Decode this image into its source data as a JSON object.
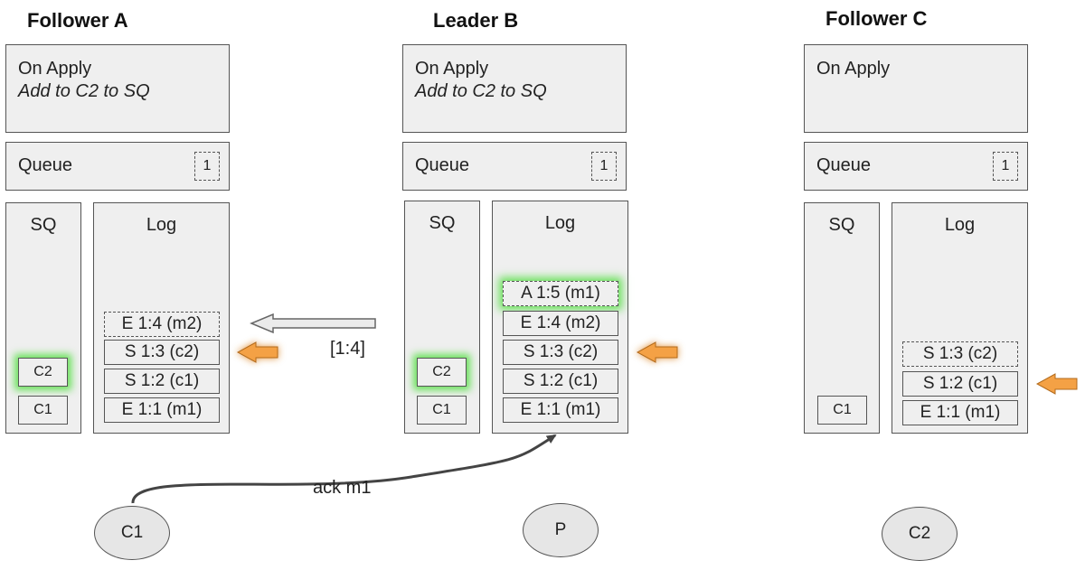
{
  "columns": [
    {
      "title": "Follower A",
      "on_apply": {
        "label": "On Apply",
        "action": "Add to C2 to SQ"
      },
      "queue": {
        "label": "Queue",
        "badge": "1"
      },
      "sq": {
        "label": "SQ",
        "items": [
          "C2",
          "C1"
        ]
      },
      "log": {
        "label": "Log",
        "entries": [
          "E 1:4 (m2)",
          "S 1:3 (c2)",
          "S 1:2 (c1)",
          "E 1:1 (m1)"
        ]
      }
    },
    {
      "title": "Leader B",
      "on_apply": {
        "label": "On Apply",
        "action": "Add to C2 to SQ"
      },
      "queue": {
        "label": "Queue",
        "badge": "1"
      },
      "sq": {
        "label": "SQ",
        "items": [
          "C2",
          "C1"
        ]
      },
      "log": {
        "label": "Log",
        "entries": [
          "A 1:5 (m1)",
          "E 1:4 (m2)",
          "S 1:3 (c2)",
          "S 1:2 (c1)",
          "E 1:1 (m1)"
        ]
      }
    },
    {
      "title": "Follower C",
      "on_apply": {
        "label": "On Apply",
        "action": ""
      },
      "queue": {
        "label": "Queue",
        "badge": "1"
      },
      "sq": {
        "label": "SQ",
        "items": [
          "C1"
        ]
      },
      "log": {
        "label": "Log",
        "entries": [
          "S 1:3 (c2)",
          "S 1:2 (c1)",
          "E 1:1 (m1)"
        ]
      }
    }
  ],
  "annotations": {
    "replicate_range": "[1:4]",
    "ack_label": "ack m1"
  },
  "clients": [
    "C1",
    "P",
    "C2"
  ],
  "colors": {
    "box_fill": "#efefef",
    "pointer_arrow": "#f4a145",
    "glow": "#3cdc28",
    "replicate_arrow": "#e8e8e8"
  }
}
